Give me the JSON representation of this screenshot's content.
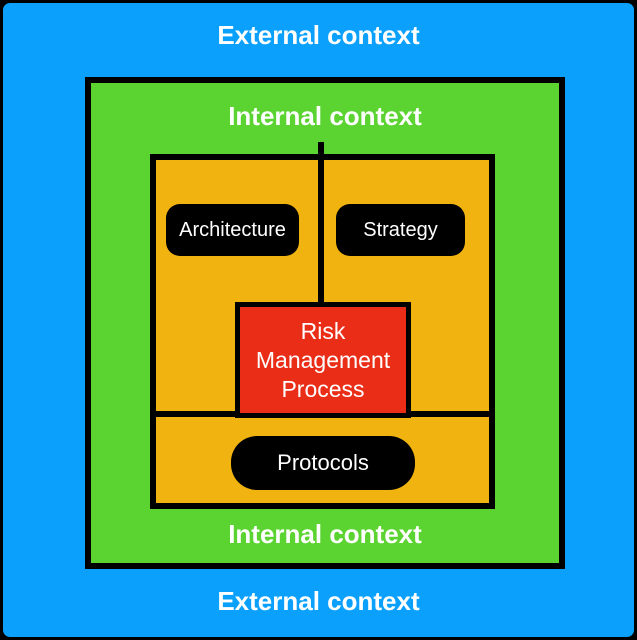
{
  "diagram": {
    "external_label": "External context",
    "internal_label": "Internal context",
    "nodes": {
      "architecture": "Architecture",
      "strategy": "Strategy",
      "risk_management_process": "Risk Management Process",
      "protocols": "Protocols"
    },
    "colors": {
      "external_bg": "#0AA0FB",
      "internal_bg": "#5BD331",
      "organization_bg": "#F0B310",
      "risk_bg": "#E92D17",
      "node_bg": "#000000",
      "border": "#000000",
      "label_text": "#FFFFFF"
    }
  }
}
